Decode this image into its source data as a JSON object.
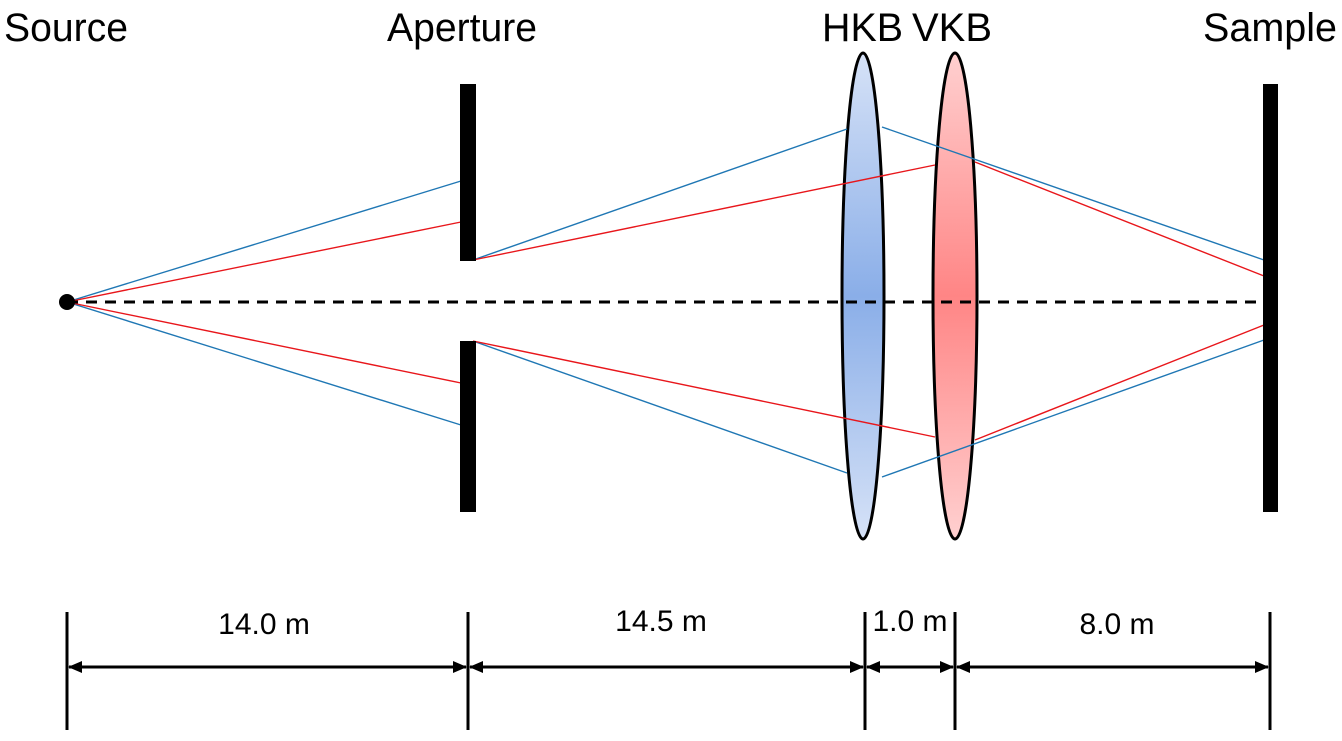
{
  "labels": {
    "source": "Source",
    "aperture": "Aperture",
    "hkb": "HKB",
    "vkb": "VKB",
    "sample": "Sample"
  },
  "distances": [
    {
      "label": "14.0 m",
      "from": "Source",
      "to": "Aperture"
    },
    {
      "label": "14.5 m",
      "from": "Aperture",
      "to": "HKB"
    },
    {
      "label": "1.0 m",
      "from": "HKB",
      "to": "VKB"
    },
    {
      "label": "8.0 m",
      "from": "VKB",
      "to": "Sample"
    }
  ],
  "colors": {
    "horizontal_ray": "#1f77b4",
    "vertical_ray": "#e8161b",
    "hkb_lens": "#8aaee8",
    "vkb_lens": "#ff8a8a",
    "axis": "#000000"
  }
}
